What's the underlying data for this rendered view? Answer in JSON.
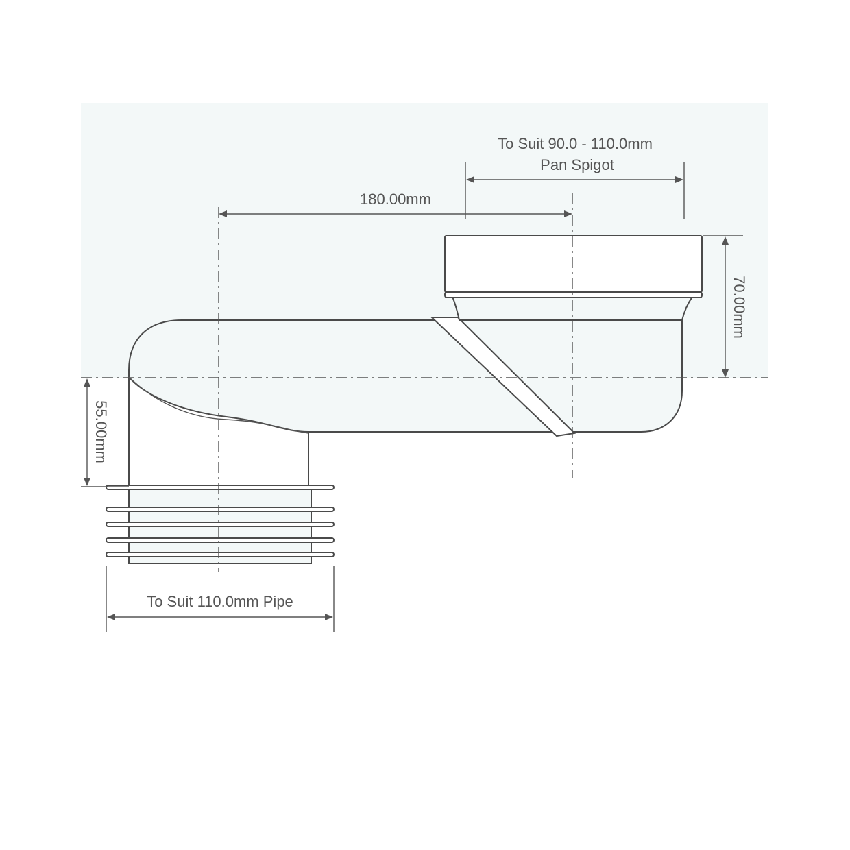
{
  "labels": {
    "pan_spigot_line1": "To Suit 90.0 - 110.0mm",
    "pan_spigot_line2": "Pan Spigot",
    "horizontal_offset": "180.00mm",
    "vertical_upper": "70.00mm",
    "vertical_lower": "55.00mm",
    "pipe_size": "To Suit 110.0mm Pipe"
  },
  "colors": {
    "background": "#ffffff",
    "panel": "#f3f8f8",
    "line": "#4a4a4a"
  }
}
